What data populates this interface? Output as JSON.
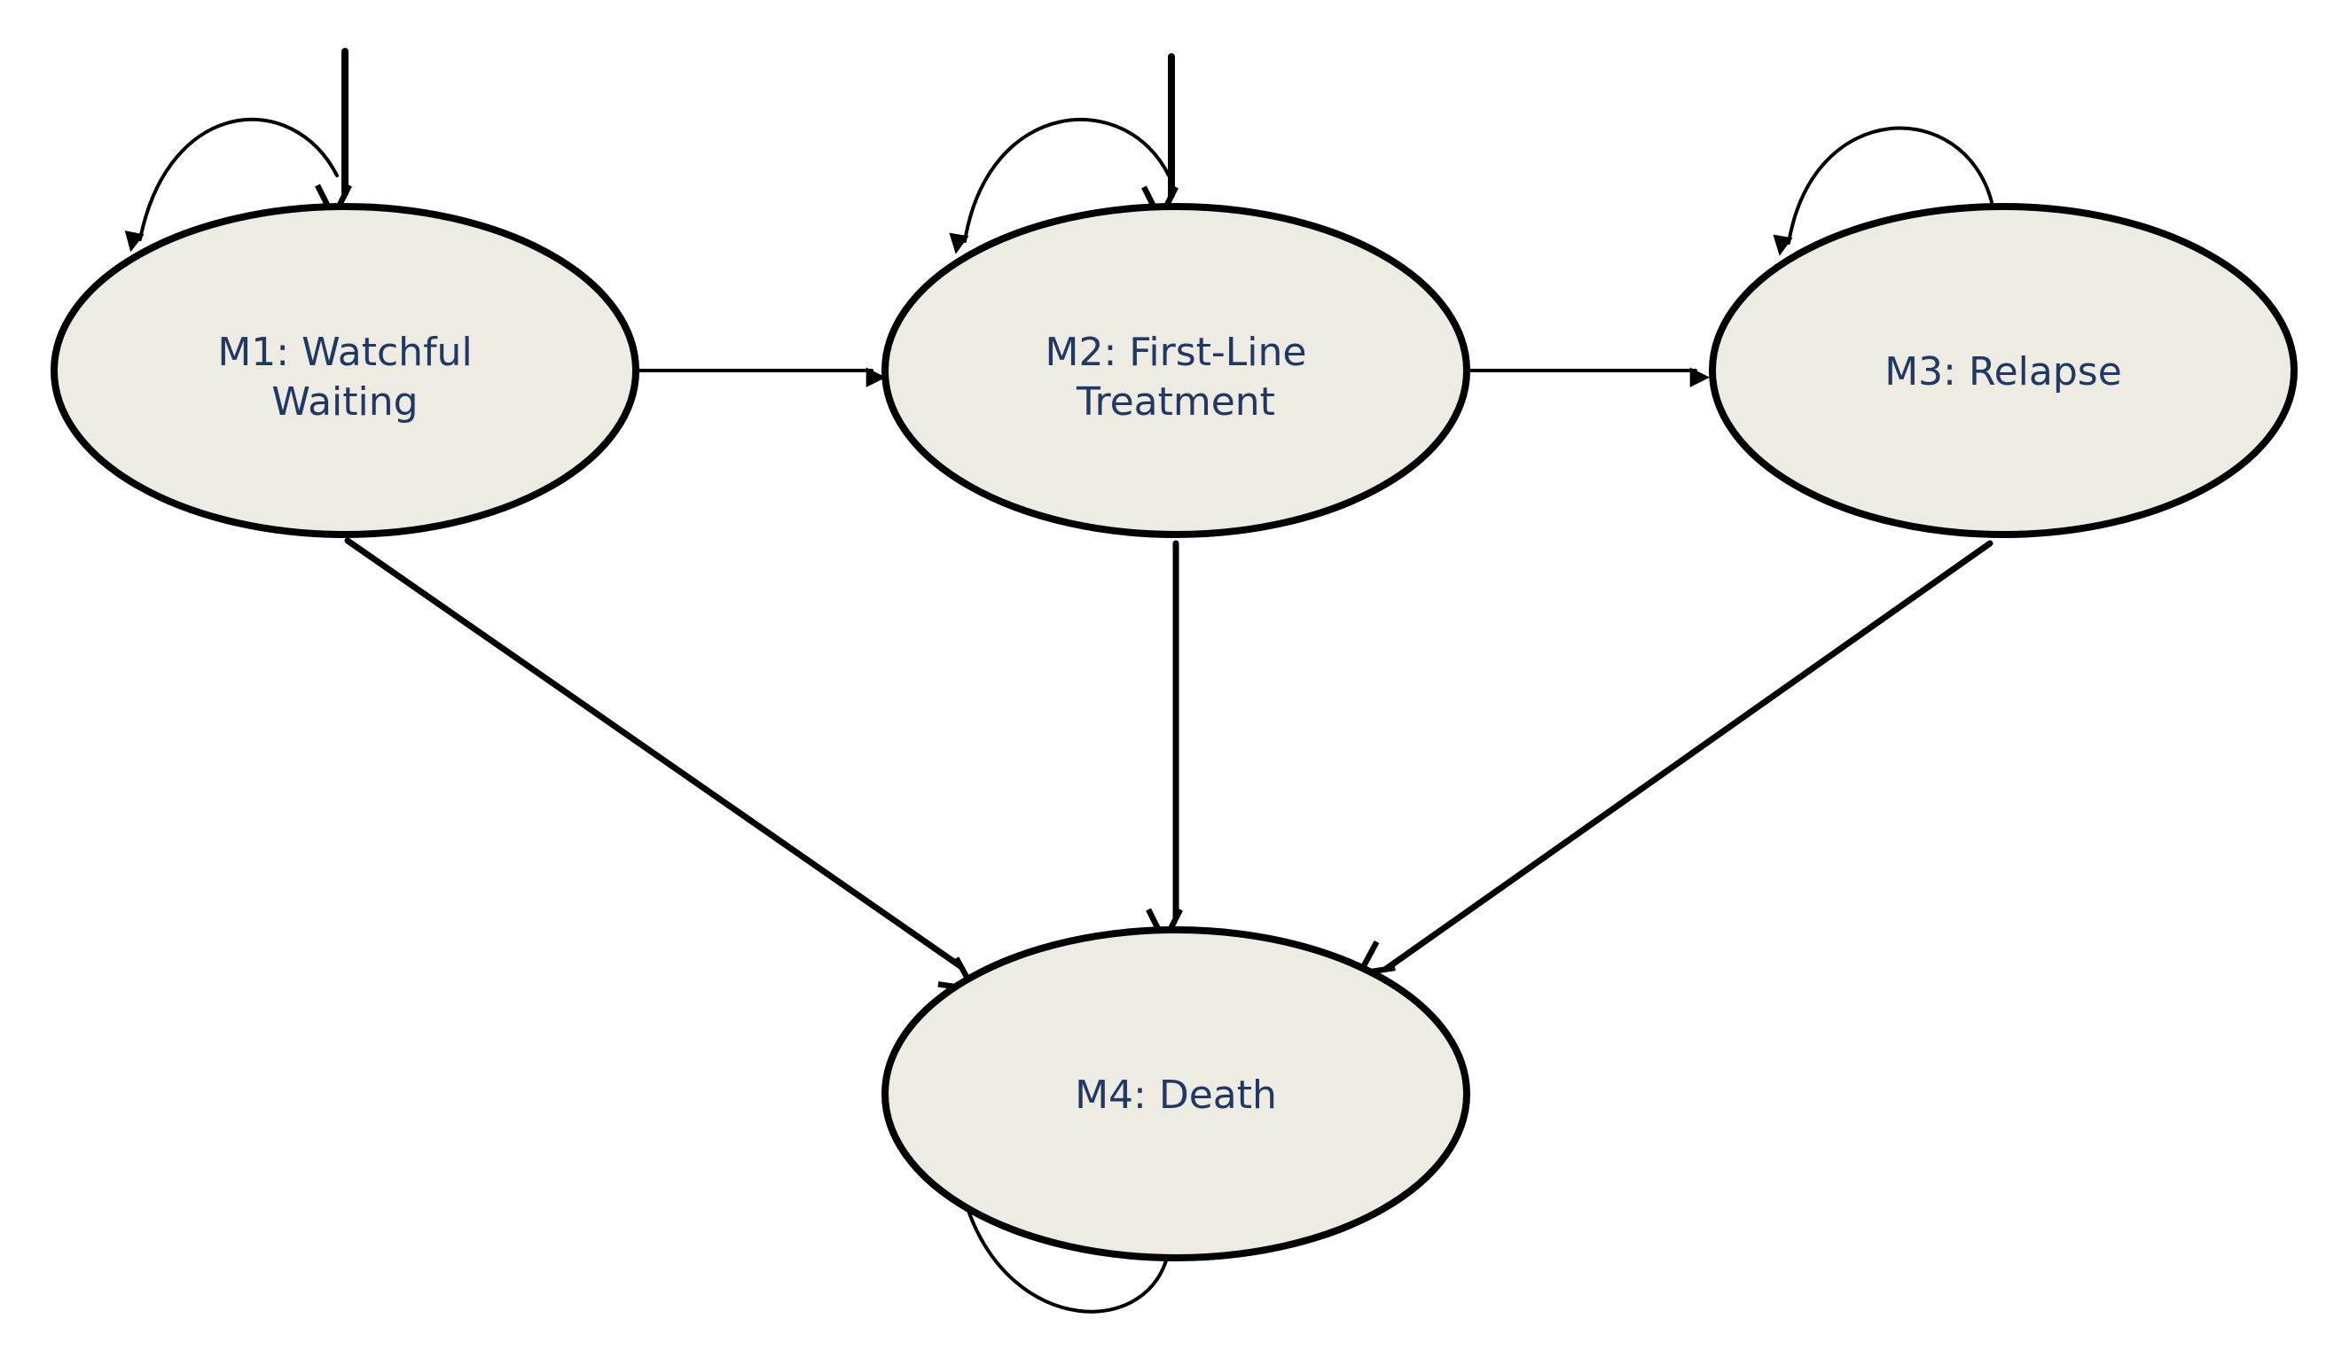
{
  "diagram": {
    "states": [
      {
        "id": "m1",
        "lines": [
          "M1: Watchful",
          "Waiting"
        ]
      },
      {
        "id": "m2",
        "lines": [
          "M2: First-Line",
          "Treatment"
        ]
      },
      {
        "id": "m3",
        "lines": [
          "M3: Relapse"
        ]
      },
      {
        "id": "m4",
        "lines": [
          "M4: Death"
        ]
      }
    ],
    "transitions": [
      {
        "from": "entry",
        "to": "m1"
      },
      {
        "from": "entry",
        "to": "m2"
      },
      {
        "from": "m1",
        "to": "m1"
      },
      {
        "from": "m2",
        "to": "m2"
      },
      {
        "from": "m3",
        "to": "m3"
      },
      {
        "from": "m4",
        "to": "m4"
      },
      {
        "from": "m1",
        "to": "m2"
      },
      {
        "from": "m2",
        "to": "m3"
      },
      {
        "from": "m1",
        "to": "m4"
      },
      {
        "from": "m2",
        "to": "m4"
      },
      {
        "from": "m3",
        "to": "m4"
      }
    ],
    "colors": {
      "node_fill": "#edebe2",
      "node_stroke": "#000000",
      "label_text": "#1f3864",
      "edge": "#000000"
    }
  }
}
